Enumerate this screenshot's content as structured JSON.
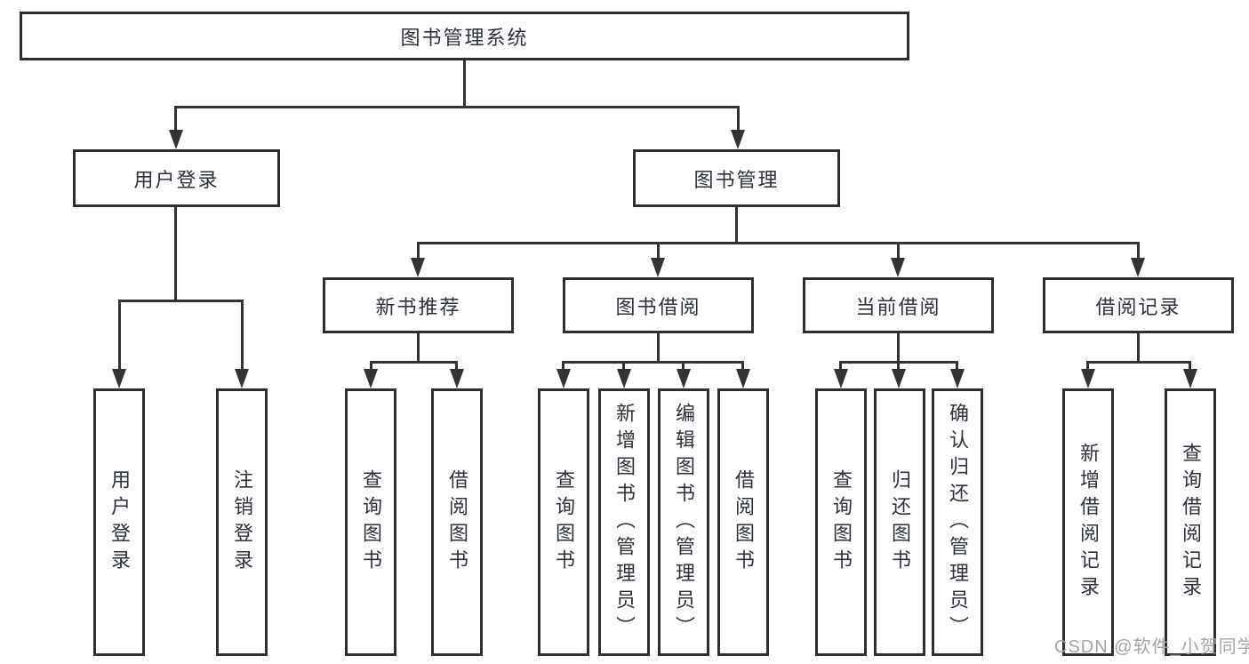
{
  "diagram_type": "hierarchy-tree",
  "watermark": "CSDN @软件_小贺同学",
  "colors": {
    "background": "#ffffff",
    "line": "#333333",
    "box_border": "#2f2f2f",
    "text": "#2d323a",
    "watermark": "#a5a5a5"
  },
  "tree": {
    "root": {
      "label": "图书管理系统",
      "children": [
        {
          "label": "用户登录",
          "children": [
            {
              "label": "用户登录"
            },
            {
              "label": "注销登录"
            }
          ]
        },
        {
          "label": "图书管理",
          "children": [
            {
              "label": "新书推荐",
              "children": [
                {
                  "label": "查询图书"
                },
                {
                  "label": "借阅图书"
                }
              ]
            },
            {
              "label": "图书借阅",
              "children": [
                {
                  "label": "查询图书"
                },
                {
                  "label": "新增图书（管理员）"
                },
                {
                  "label": "编辑图书（管理员）"
                },
                {
                  "label": "借阅图书"
                }
              ]
            },
            {
              "label": "当前借阅",
              "children": [
                {
                  "label": "查询图书"
                },
                {
                  "label": "归还图书"
                },
                {
                  "label": "确认归还（管理员）"
                }
              ]
            },
            {
              "label": "借阅记录",
              "children": [
                {
                  "label": "新增借阅记录"
                },
                {
                  "label": "查询借阅记录"
                }
              ]
            }
          ]
        }
      ]
    }
  }
}
